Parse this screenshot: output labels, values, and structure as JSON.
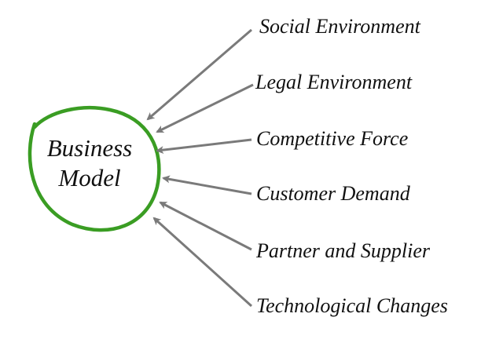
{
  "center": {
    "line1": "Business",
    "line2": "Model"
  },
  "factors": [
    {
      "label": "Social Environment"
    },
    {
      "label": "Legal Environment"
    },
    {
      "label": "Competitive Force"
    },
    {
      "label": "Customer Demand"
    },
    {
      "label": "Partner and Supplier"
    },
    {
      "label": "Technological Changes"
    }
  ],
  "colors": {
    "circle": "#3a9d23",
    "arrow": "#7a7a7a",
    "text": "#111111"
  }
}
